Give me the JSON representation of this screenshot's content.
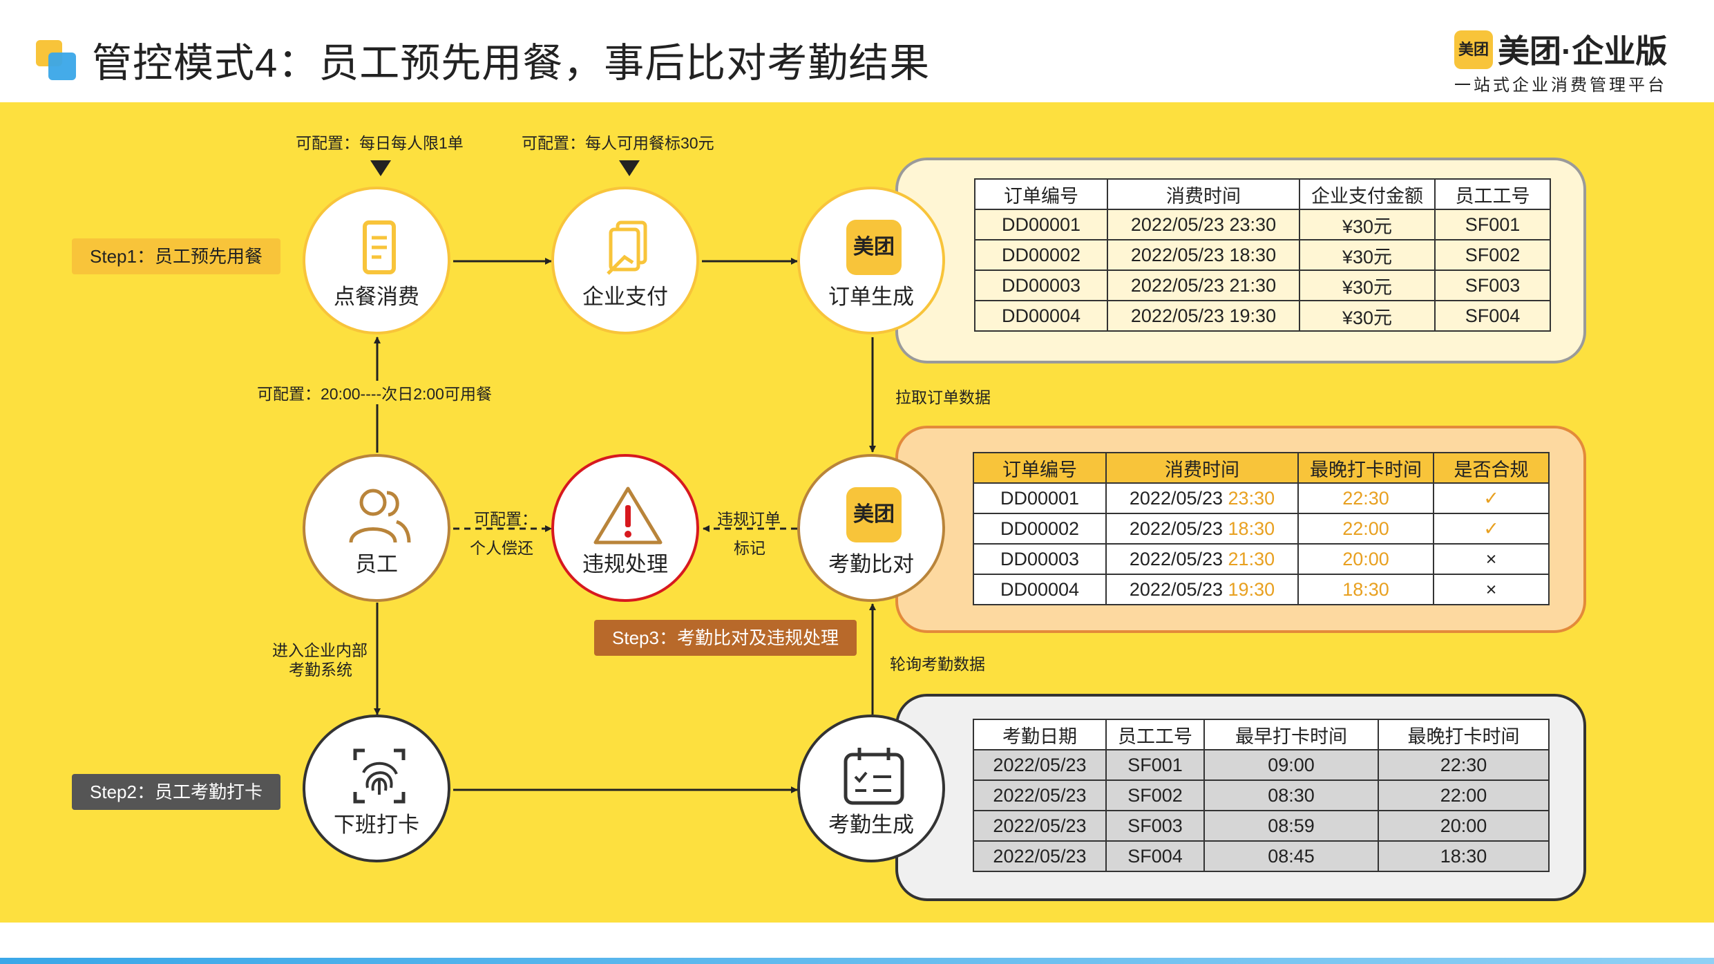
{
  "header": {
    "title": "管控模式4：员工预先用餐，事后比对考勤结果",
    "brand_badge": "美团",
    "brand_name": "美团·企业版",
    "brand_tagline": "一站式企业消费管理平台"
  },
  "colors": {
    "background_yellow": "#fde03f",
    "accent_yellow": "#f8c43a",
    "brown": "#b9843a",
    "alert_red": "#d7191f",
    "step3_fill": "#b8692a",
    "step2_fill": "#555555",
    "highlight_time": "#e8a020"
  },
  "notes": {
    "config_daily_limit": "可配置：每日每人限1单",
    "config_meal_standard": "可配置：每人可用餐标30元",
    "config_time_window": "可配置：20:00----次日2:00可用餐",
    "config_personal_pay_1": "可配置：",
    "config_personal_pay_2": "个人偿还",
    "violation_mark_1": "违规订单",
    "violation_mark_2": "标记",
    "pull_order_data": "拉取订单数据",
    "poll_attendance_data": "轮询考勤数据",
    "enter_attendance_1": "进入企业内部",
    "enter_attendance_2": "考勤系统"
  },
  "steps": {
    "step1": "Step1：员工预先用餐",
    "step2": "Step2：员工考勤打卡",
    "step3": "Step3：考勤比对及违规处理"
  },
  "nodes": {
    "order_consume": {
      "label": "点餐消费",
      "icon": "document-icon"
    },
    "enterprise_pay": {
      "label": "企业支付",
      "icon": "payment-card-icon"
    },
    "order_generate": {
      "label": "订单生成",
      "icon": "meituan-logo",
      "badge": "美团"
    },
    "employee": {
      "label": "员工",
      "icon": "people-icon"
    },
    "violation": {
      "label": "违规处理",
      "icon": "warning-icon"
    },
    "attendance_compare": {
      "label": "考勤比对",
      "icon": "meituan-logo",
      "badge": "美团"
    },
    "clock_out": {
      "label": "下班打卡",
      "icon": "fingerprint-icon"
    },
    "attendance_generate": {
      "label": "考勤生成",
      "icon": "calendar-icon"
    }
  },
  "orders_table": {
    "headers": [
      "订单编号",
      "消费时间",
      "企业支付金额",
      "员工工号"
    ],
    "rows": [
      [
        "DD00001",
        "2022/05/23 23:30",
        "¥30元",
        "SF001"
      ],
      [
        "DD00002",
        "2022/05/23 18:30",
        "¥30元",
        "SF002"
      ],
      [
        "DD00003",
        "2022/05/23 21:30",
        "¥30元",
        "SF003"
      ],
      [
        "DD00004",
        "2022/05/23 19:30",
        "¥30元",
        "SF004"
      ]
    ]
  },
  "compare_table": {
    "headers": [
      "订单编号",
      "消费时间",
      "最晚打卡时间",
      "是否合规"
    ],
    "rows": [
      {
        "id": "DD00001",
        "date": "2022/05/23 ",
        "time": "23:30",
        "last_clock": "22:30",
        "compliant": "✓"
      },
      {
        "id": "DD00002",
        "date": "2022/05/23 ",
        "time": "18:30",
        "last_clock": "22:00",
        "compliant": "✓"
      },
      {
        "id": "DD00003",
        "date": "2022/05/23 ",
        "time": "21:30",
        "last_clock": "20:00",
        "compliant": "×"
      },
      {
        "id": "DD00004",
        "date": "2022/05/23 ",
        "time": "19:30",
        "last_clock": "18:30",
        "compliant": "×"
      }
    ]
  },
  "attendance_table": {
    "headers": [
      "考勤日期",
      "员工工号",
      "最早打卡时间",
      "最晚打卡时间"
    ],
    "rows": [
      [
        "2022/05/23",
        "SF001",
        "09:00",
        "22:30"
      ],
      [
        "2022/05/23",
        "SF002",
        "08:30",
        "22:00"
      ],
      [
        "2022/05/23",
        "SF003",
        "08:59",
        "20:00"
      ],
      [
        "2022/05/23",
        "SF004",
        "08:45",
        "18:30"
      ]
    ]
  }
}
